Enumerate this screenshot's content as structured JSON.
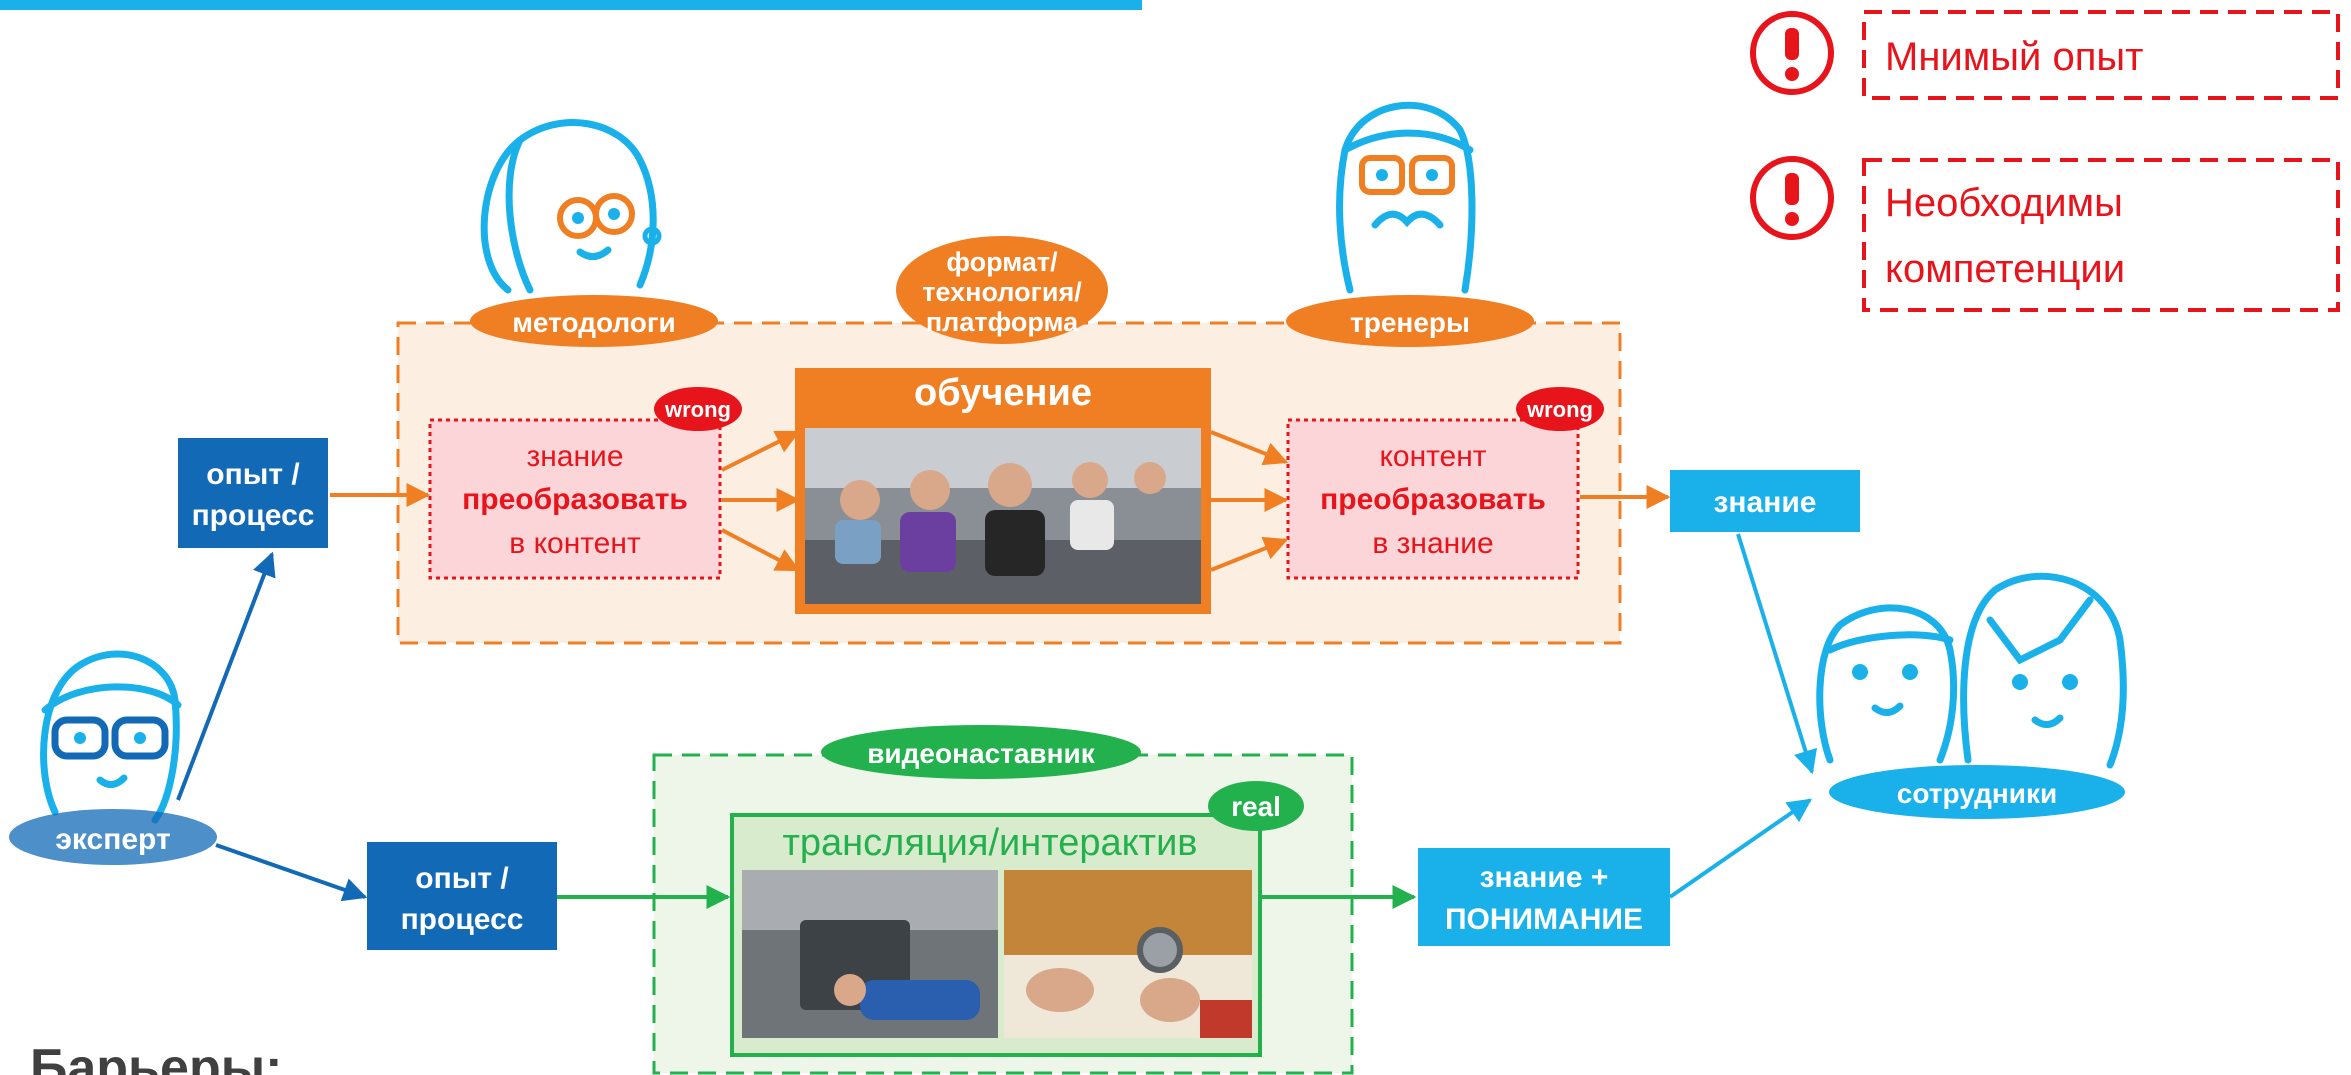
{
  "people": {
    "methodologists": "методологи",
    "trainers": "тренеры",
    "expert": "эксперт",
    "employees": "сотрудники"
  },
  "format_bubble": {
    "line1": "формат/",
    "line2": "технология/",
    "line3": "платформа"
  },
  "top_flow": {
    "input_box": {
      "line1": "опыт /",
      "line2": "процесс"
    },
    "left_step": {
      "line1": "знание",
      "line2": "преобразовать",
      "line3": "в контент",
      "badge": "wrong"
    },
    "center_title": "обучение",
    "right_step": {
      "line1": "контент",
      "line2": "преобразовать",
      "line3": "в знание",
      "badge": "wrong"
    },
    "output_box": "знание"
  },
  "bottom_flow": {
    "input_box": {
      "line1": "опыт /",
      "line2": "процесс"
    },
    "container_label": "видеонаставник",
    "center_title": "трансляция/интерактив",
    "badge": "real",
    "output_box": {
      "line1": "знание +",
      "line2": "ПОНИМАНИЕ"
    }
  },
  "warnings": [
    {
      "line1": "Мнимый опыт",
      "line2": ""
    },
    {
      "line1": "Необходимы",
      "line2": "компетенции"
    }
  ],
  "barriers_heading": "Барьеры:",
  "colors": {
    "accent_blue": "#1ab1ea",
    "dark_blue": "#1269b5",
    "orange": "#f07f24",
    "orange_fill": "#fdeee2",
    "red": "#e8141c",
    "pink_fill": "#fbd5d8",
    "green": "#22b14c",
    "green_fill": "#eef6ea"
  },
  "icons": {
    "warning": "exclamation-circle-icon",
    "methodologist": "woman-with-glasses-icon",
    "trainer": "man-with-mustache-icon",
    "expert": "man-with-glasses-icon",
    "employees": "two-people-icon"
  }
}
